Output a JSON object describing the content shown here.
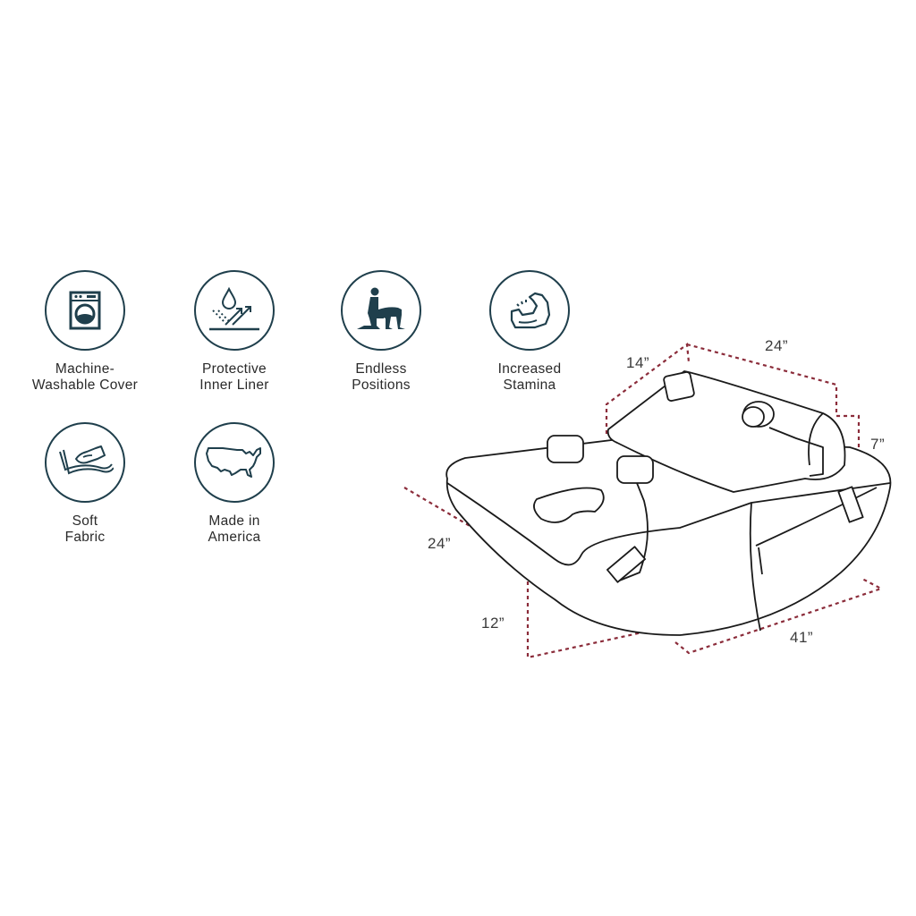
{
  "colors": {
    "icon": "#1f3f4c",
    "dimension_line": "#8b2c3a",
    "text": "#2a2a2a",
    "background": "#ffffff"
  },
  "features": [
    {
      "icon": "washing-machine-icon",
      "line1": "Machine-",
      "line2": "Washable Cover"
    },
    {
      "icon": "water-drop-liner-icon",
      "line1": "Protective",
      "line2": "Inner Liner"
    },
    {
      "icon": "positions-figure-icon",
      "line1": "Endless",
      "line2": "Positions"
    },
    {
      "icon": "flexed-arm-icon",
      "line1": "Increased",
      "line2": "Stamina"
    },
    {
      "icon": "hand-fabric-icon",
      "line1": "Soft",
      "line2": "Fabric"
    },
    {
      "icon": "usa-map-icon",
      "line1": "Made in",
      "line2": "America"
    }
  ],
  "product": {
    "name": "wedge cushion with restraint cuffs",
    "dimensions": {
      "top_depth": "14”",
      "top_length": "24”",
      "top_height": "7”",
      "base_width": "24”",
      "base_height": "12”",
      "base_length": "41”"
    }
  }
}
